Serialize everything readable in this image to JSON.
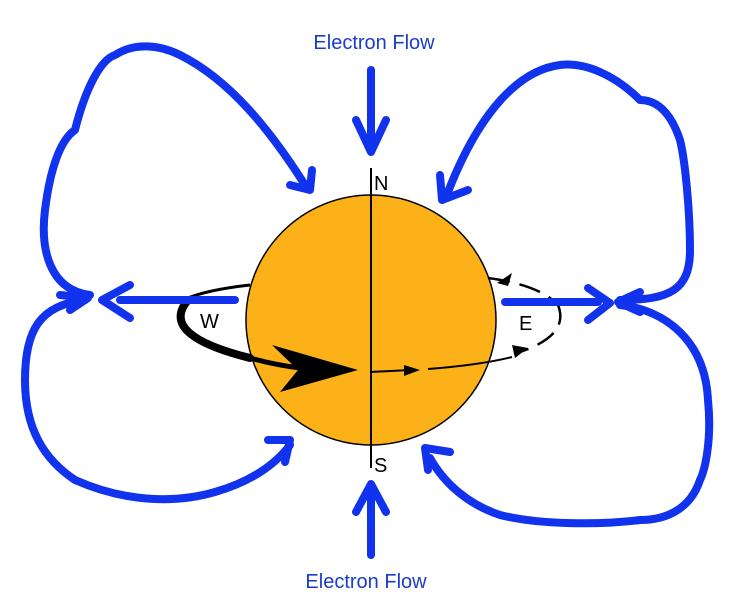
{
  "labels": {
    "top": "Electron Flow",
    "bottom": "Electron Flow",
    "north": "N",
    "south": "S",
    "west": "W",
    "east": "E"
  },
  "colors": {
    "flow": "#1133ee",
    "planet": "#fbb117",
    "outline": "#000000",
    "text_blue": "#1a3ccc"
  }
}
